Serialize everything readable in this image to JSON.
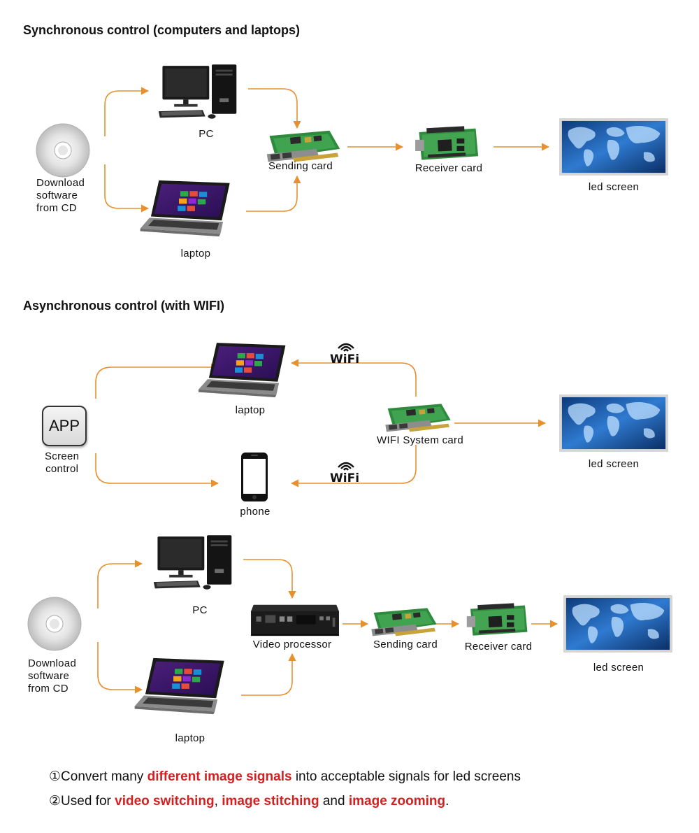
{
  "section1": {
    "title": "Synchronous control (computers and laptops)",
    "cd_label": [
      "Download",
      "software",
      "from CD"
    ],
    "pc_label": "PC",
    "laptop_label": "laptop",
    "sending_card_label": "Sending card",
    "receiver_card_label": "Receiver card",
    "led_label": "led screen"
  },
  "section2": {
    "title": "Asynchronous control (with WIFI)",
    "app_icon_text": "APP",
    "app_label": [
      "Screen",
      "control"
    ],
    "laptop_label": "laptop",
    "phone_label": "phone",
    "wifi_text": "WiFi",
    "wifi_card_label": "WIFI System card",
    "led_label": "led screen"
  },
  "section3": {
    "cd_label": [
      "Download",
      "software",
      "from CD"
    ],
    "pc_label": "PC",
    "laptop_label": "laptop",
    "video_processor_label": "Video processor",
    "sending_card_label": "Sending card",
    "receiver_card_label": "Receiver card",
    "led_label": "led screen"
  },
  "notes": {
    "note1": {
      "prefix": "①Convert many ",
      "highlight": "different image signals",
      "suffix": " into acceptable signals for led screens"
    },
    "note2": {
      "prefix": "②Used for ",
      "hl1": "video switching",
      "sep1": ", ",
      "hl2": "image stitching",
      "sep2": " and ",
      "hl3": "image zooming",
      "suffix": "."
    }
  },
  "colors": {
    "arrow": "#e8902c",
    "highlight": "#d42020",
    "led_blue": "#1f5fb0"
  }
}
